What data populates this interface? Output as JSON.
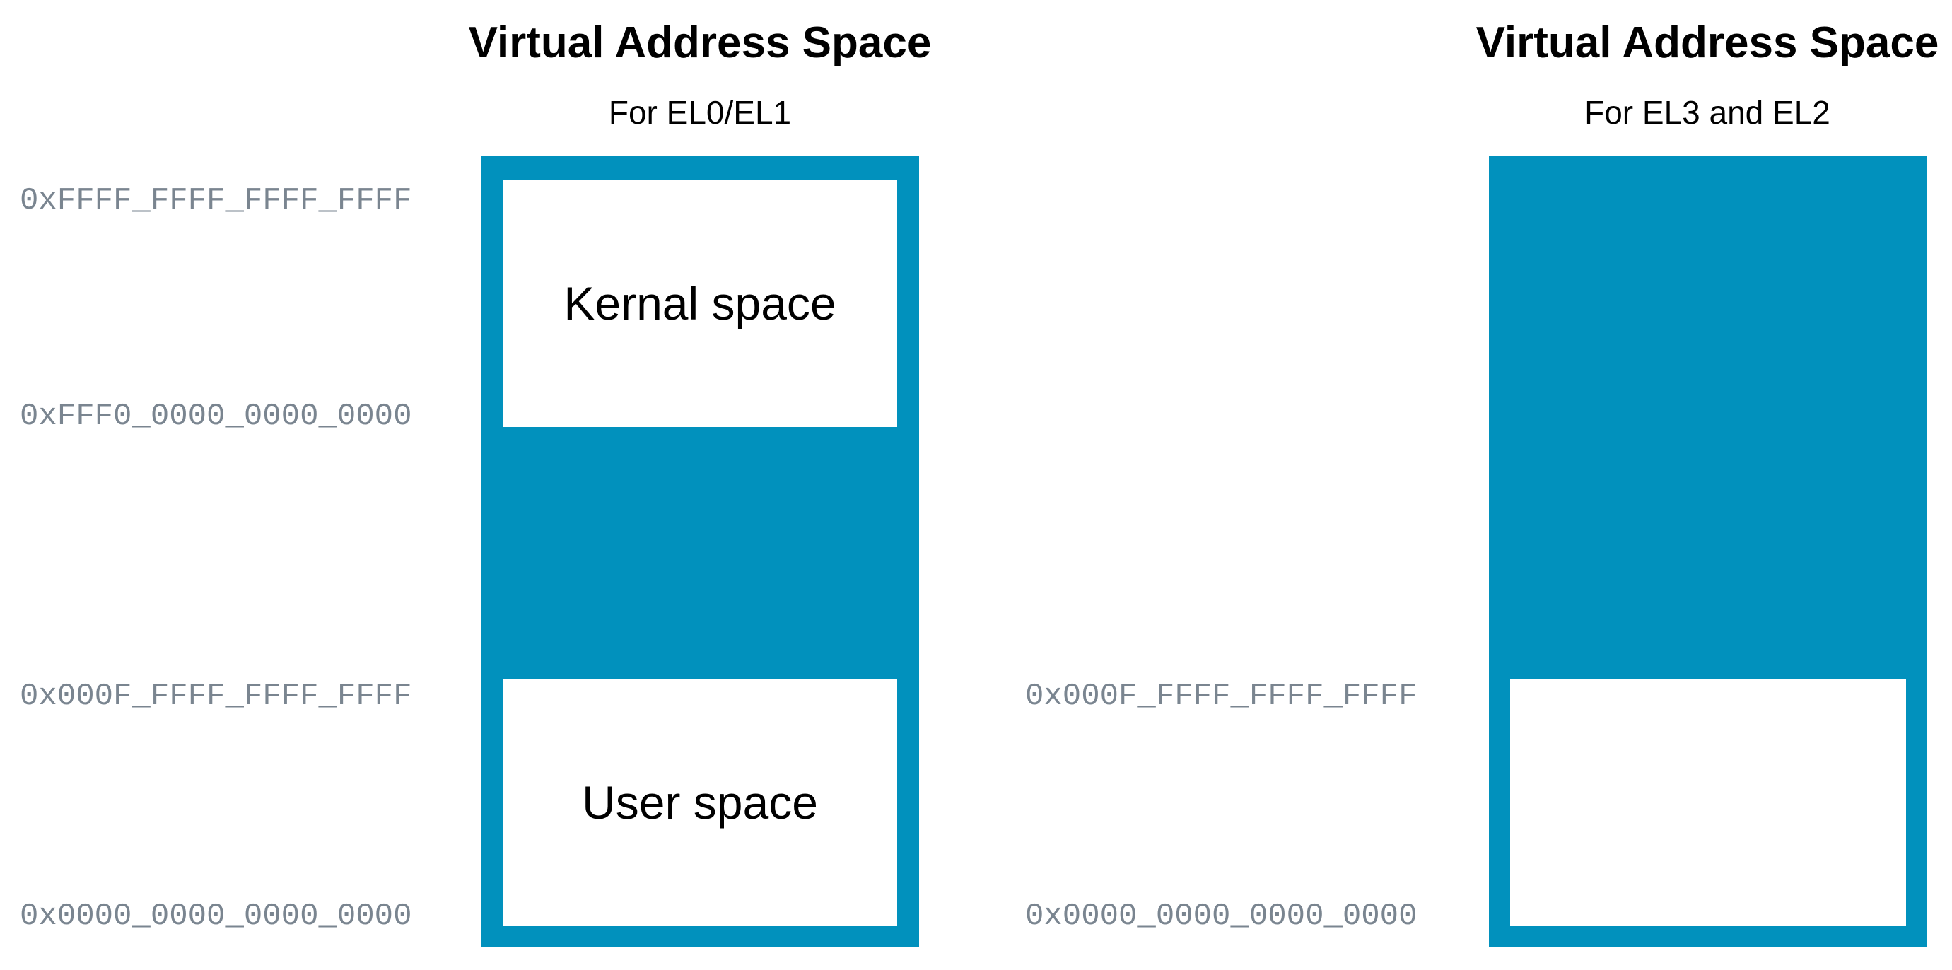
{
  "colors": {
    "column_fill": "#0191bd",
    "region_fill": "#ffffff",
    "address_text": "#7a8590",
    "label_text": "#000000"
  },
  "left_panel": {
    "title": "Virtual Address Space",
    "subtitle": "For EL0/EL1",
    "addresses": [
      "0xFFFF_FFFF_FFFF_FFFF",
      "0xFFF0_0000_0000_0000",
      "0x000F_FFFF_FFFF_FFFF",
      "0x0000_0000_0000_0000"
    ],
    "regions": [
      {
        "label": "Kernal space"
      },
      {
        "label": "User space"
      }
    ]
  },
  "right_panel": {
    "title": "Virtual Address Space",
    "subtitle": "For EL3 and EL2",
    "addresses": [
      "0x000F_FFFF_FFFF_FFFF",
      "0x0000_0000_0000_0000"
    ],
    "regions": [
      {
        "label": ""
      }
    ]
  }
}
